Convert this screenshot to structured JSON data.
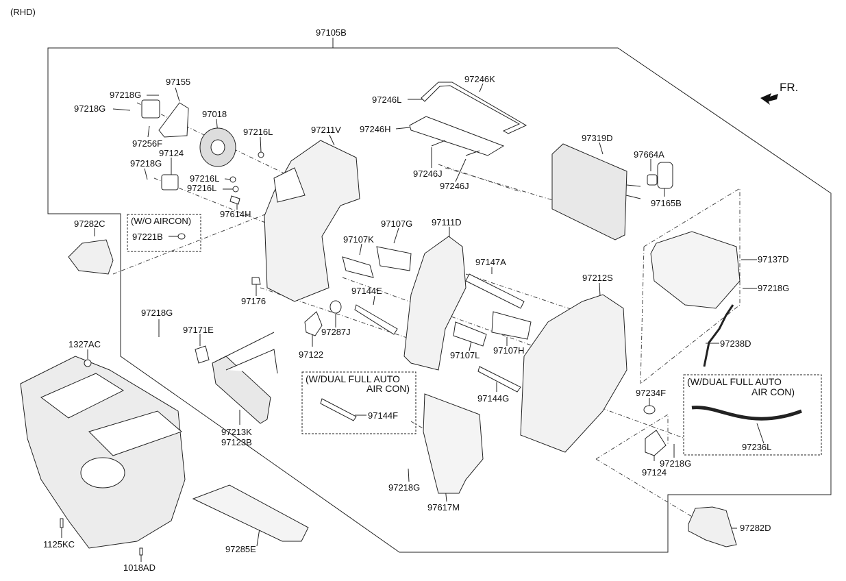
{
  "header": {
    "variant": "(RHD)",
    "assembly": "97105B"
  },
  "direction": {
    "label": "FR."
  },
  "notes": {
    "wo_aircon": "(W/O AIRCON)",
    "dual_full_auto_1": "(W/DUAL FULL AUTO",
    "dual_full_auto_2": "AIR CON)",
    "dual_full_auto_3": "(W/DUAL FULL AUTO",
    "dual_full_auto_4": "AIR CON)"
  },
  "parts": {
    "p97218g_a": "97218G",
    "p97155": "97155",
    "p97218g_b": "97218G",
    "p97018": "97018",
    "p97256f": "97256F",
    "p97124_a": "97124",
    "p97218g_c": "97218G",
    "p97216l_a": "97216L",
    "p97211v": "97211V",
    "p97216l_b": "97216L",
    "p97216l_c": "97216L",
    "p97614h": "97614H",
    "p97246k": "97246K",
    "p97246l": "97246L",
    "p97246h": "97246H",
    "p97246j_a": "97246J",
    "p97246j_b": "97246J",
    "p97319d": "97319D",
    "p97664a": "97664A",
    "p97165b": "97165B",
    "p97282c": "97282C",
    "p97221b": "97221B",
    "p97107g": "97107G",
    "p97111d": "97111D",
    "p97107k": "97107K",
    "p97147a": "97147A",
    "p97137d": "97137D",
    "p97212s": "97212S",
    "p97218g_d": "97218G",
    "p97176": "97176",
    "p97144e": "97144E",
    "p97218g_e": "97218G",
    "p97171e": "97171E",
    "p97287j": "97287J",
    "p97122": "97122",
    "p97107l": "97107L",
    "p97107h": "97107H",
    "p97238d": "97238D",
    "p1327ac": "1327AC",
    "p97144f": "97144F",
    "p97144g": "97144G",
    "p97234f": "97234F",
    "p97213k": "97213K",
    "p97123b": "97123B",
    "p97236l": "97236L",
    "p97218g_f": "97218G",
    "p97124_b": "97124",
    "p97218g_g": "97218G",
    "p97617m": "97617M",
    "p1125kc": "1125KC",
    "p97285e": "97285E",
    "p1018ad": "1018AD",
    "p97282d": "97282D"
  }
}
